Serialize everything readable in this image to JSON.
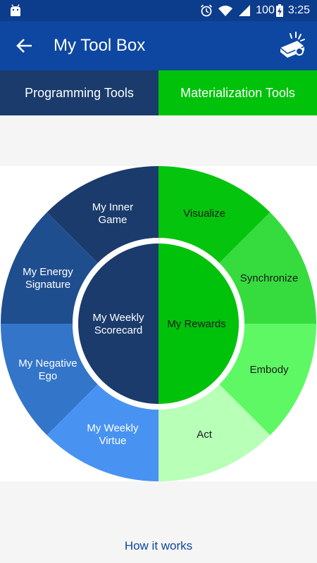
{
  "status_bar": {
    "battery": "100",
    "time": "3:25"
  },
  "app_bar": {
    "title": "My Tool Box"
  },
  "tabs": [
    {
      "label": "Programming Tools",
      "color": "#1a3b6b"
    },
    {
      "label": "Materialization Tools",
      "color": "#00c20a"
    }
  ],
  "wheel": {
    "programming_segments": [
      {
        "label": [
          "My Inner",
          "Game"
        ],
        "color": "#1a3b6b"
      },
      {
        "label": [
          "My Energy",
          "Signature"
        ],
        "color": "#1f4e8f"
      },
      {
        "label": [
          "My Negative",
          "Ego"
        ],
        "color": "#3375c9"
      },
      {
        "label": [
          "My Weekly",
          "Virtue"
        ],
        "color": "#4893f2"
      }
    ],
    "materialization_segments": [
      {
        "label": [
          "Visualize"
        ],
        "color": "#05c40d"
      },
      {
        "label": [
          "Synchronize"
        ],
        "color": "#36dc3e"
      },
      {
        "label": [
          "Embody"
        ],
        "color": "#5ff865"
      },
      {
        "label": [
          "Act"
        ],
        "color": "#b8ffb7"
      }
    ],
    "center_left": {
      "label": [
        "My Weekly",
        "Scorecard"
      ],
      "color": "#1a3b6b"
    },
    "center_right": {
      "label": [
        "My Rewards"
      ],
      "color": "#00c20a"
    }
  },
  "footer": {
    "link": "How it works"
  }
}
